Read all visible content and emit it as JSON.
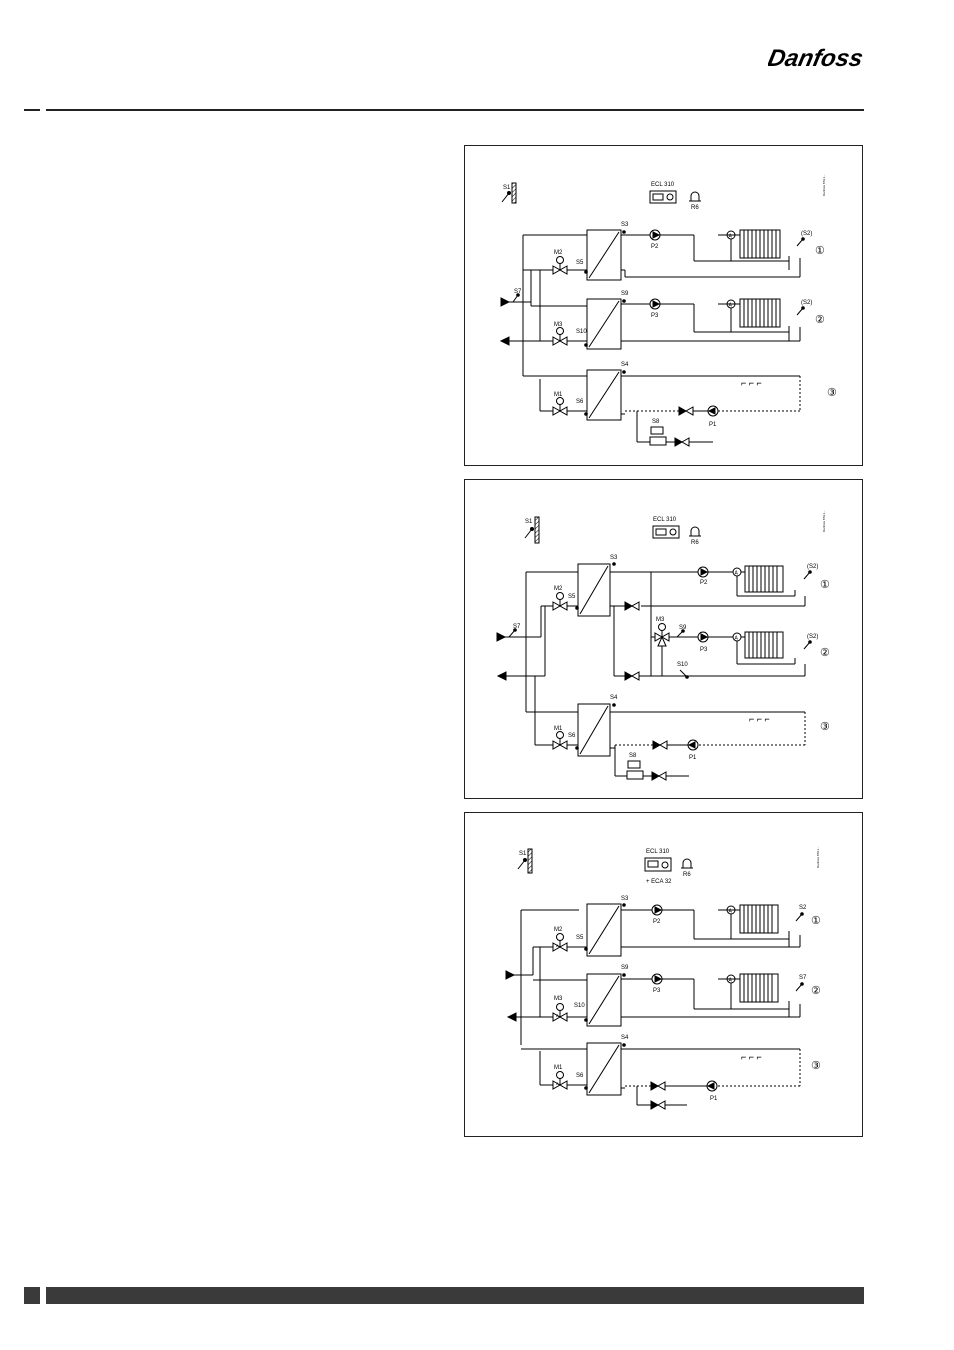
{
  "brand": {
    "logo_text": "Danfoss"
  },
  "diagrams": [
    {
      "ref_code": "Danfoss 87H1...",
      "outdoor_sensor": "S1",
      "controller": "ECL 310",
      "controller_sub": "",
      "relay": "R6",
      "circuit1": {
        "sensor_top": "S3",
        "sensor_mid": "S5",
        "valve": "M2",
        "pump": "P2",
        "room_sensor": "(S2)",
        "number": "①"
      },
      "supply_sensor": "S7",
      "circuit2": {
        "sensor_top": "S9",
        "sensor_mid": "S10",
        "valve": "M3",
        "pump": "P3",
        "room_sensor": "(S2)",
        "number": "②"
      },
      "circuit3": {
        "sensor_top": "S4",
        "sensor_mid": "S6",
        "valve": "M1",
        "pump": "P1",
        "number": "③"
      },
      "flow_sensor": "S8"
    },
    {
      "ref_code": "Danfoss 87H1...",
      "outdoor_sensor": "S1",
      "controller": "ECL 310",
      "relay": "R6",
      "circuit1": {
        "sensor_top": "S3",
        "sensor_mid": "S5",
        "valve": "M2",
        "pump": "P2",
        "room_sensor": "(S2)",
        "number": "①"
      },
      "supply_sensor": "S7",
      "circuit2": {
        "valve": "M3",
        "sensor_top": "S9",
        "sensor_mid": "S10",
        "pump": "P3",
        "room_sensor": "(S2)",
        "number": "②"
      },
      "circuit3": {
        "sensor_top": "S4",
        "sensor_mid": "S6",
        "valve": "M1",
        "pump": "P1",
        "number": "③"
      },
      "flow_sensor": "S8"
    },
    {
      "ref_code": "Danfoss 87H1...",
      "outdoor_sensor": "S1",
      "controller": "ECL 310",
      "controller_sub": "+ ECA 32",
      "relay": "R6",
      "circuit1": {
        "sensor_top": "S3",
        "sensor_mid": "S5",
        "valve": "M2",
        "pump": "P2",
        "room_sensor": "S2",
        "number": "①"
      },
      "circuit2": {
        "sensor_top": "S9",
        "sensor_mid": "S10",
        "valve": "M3",
        "pump": "P3",
        "room_sensor": "S7",
        "number": "②"
      },
      "circuit3": {
        "sensor_top": "S4",
        "sensor_mid": "S6",
        "valve": "M1",
        "pump": "P1",
        "number": "③"
      }
    }
  ]
}
